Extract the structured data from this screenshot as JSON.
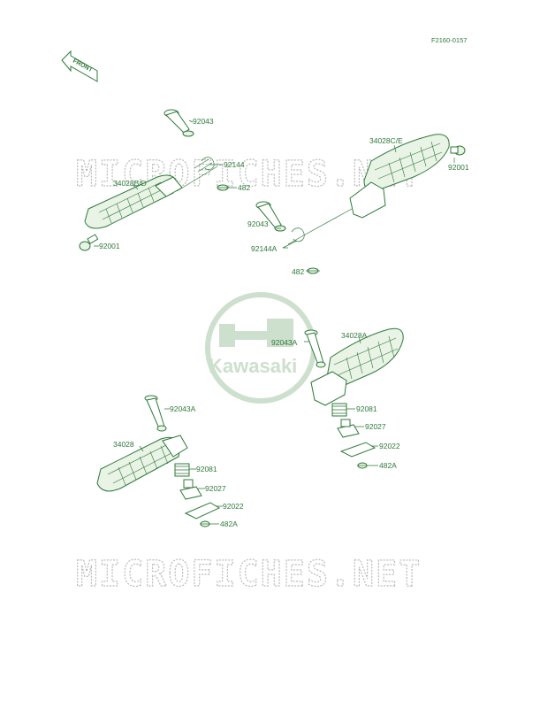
{
  "diagram_code": "F2160-0157",
  "front_label": "FRONT",
  "watermark": "MICROFICHES.NET",
  "logo_text": "Kawasaki",
  "colors": {
    "line": "#2f7a3a",
    "part_fill": "#e9f3e6",
    "watermark": "#b9bcb9",
    "logo": "#c8dcc8"
  },
  "labels": {
    "upper_left": {
      "pin": "92043",
      "spring": "92144",
      "cotter": "482",
      "peg": "34028B/D",
      "bolt": "92001"
    },
    "upper_right": {
      "peg": "34028C/E",
      "bolt": "92001",
      "pin": "92043",
      "spring": "92144A",
      "cotter": "482"
    },
    "lower_right": {
      "pin": "92043A",
      "peg": "34028A",
      "spring": "92081",
      "plate": "92027",
      "bracket": "92022",
      "cotter": "482A"
    },
    "lower_left": {
      "pin": "92043A",
      "peg": "34028",
      "spring": "92081",
      "plate": "92027",
      "bracket": "92022",
      "cotter": "482A"
    }
  }
}
